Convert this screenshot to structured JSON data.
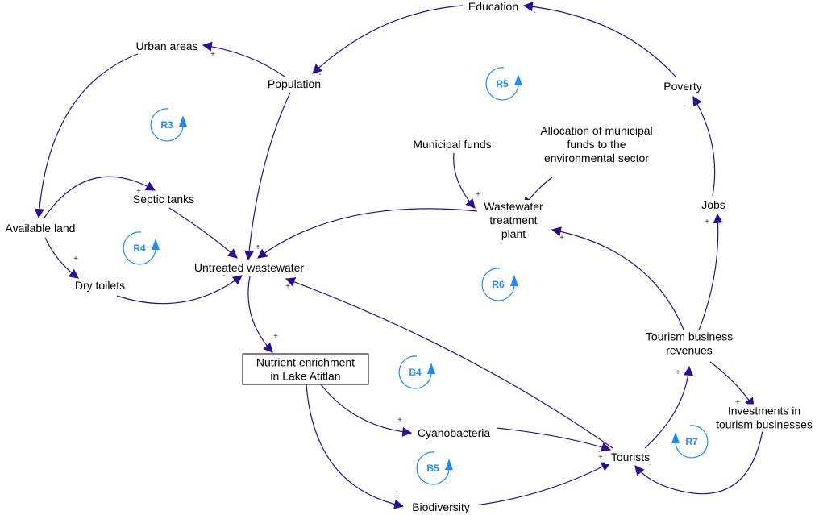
{
  "diagram": {
    "type": "causal-loop-diagram",
    "colors": {
      "link": "#2a0f96",
      "loop_marker": "#1a8cff",
      "text": "#000000"
    },
    "variables": [
      {
        "id": "education",
        "lines": [
          "Education"
        ]
      },
      {
        "id": "urban-areas",
        "lines": [
          "Urban areas"
        ]
      },
      {
        "id": "population",
        "lines": [
          "Population"
        ]
      },
      {
        "id": "poverty",
        "lines": [
          "Poverty"
        ]
      },
      {
        "id": "municipal-funds",
        "lines": [
          "Municipal funds"
        ]
      },
      {
        "id": "allocation",
        "lines": [
          "Allocation of municipal",
          "funds to the",
          "environmental sector"
        ]
      },
      {
        "id": "septic-tanks",
        "lines": [
          "Septic tanks"
        ]
      },
      {
        "id": "available-land",
        "lines": [
          "Available land"
        ]
      },
      {
        "id": "jobs",
        "lines": [
          "Jobs"
        ]
      },
      {
        "id": "wwtp",
        "lines": [
          "Wastewater",
          "treatment",
          "plant"
        ]
      },
      {
        "id": "untreated-wastewater",
        "lines": [
          "Untreated wastewater"
        ]
      },
      {
        "id": "dry-toilets",
        "lines": [
          "Dry toilets"
        ]
      },
      {
        "id": "tourism-revenues",
        "lines": [
          "Tourism business",
          "revenues"
        ]
      },
      {
        "id": "nutrient-enrichment",
        "lines": [
          "Nutrient enrichment",
          "in Lake Atitlan"
        ],
        "boxed": true
      },
      {
        "id": "cyanobacteria",
        "lines": [
          "Cyanobacteria"
        ]
      },
      {
        "id": "investments",
        "lines": [
          "Investments in",
          "tourism businesses"
        ]
      },
      {
        "id": "tourists",
        "lines": [
          "Tourists"
        ]
      },
      {
        "id": "biodiversity",
        "lines": [
          "Biodiversity"
        ]
      }
    ],
    "links": [
      {
        "from": "poverty",
        "to": "education",
        "polarity": "-"
      },
      {
        "from": "education",
        "to": "population",
        "polarity": "-"
      },
      {
        "from": "population",
        "to": "urban-areas",
        "polarity": "+"
      },
      {
        "from": "urban-areas",
        "to": "available-land",
        "polarity": "-"
      },
      {
        "from": "available-land",
        "to": "septic-tanks",
        "polarity": "+"
      },
      {
        "from": "available-land",
        "to": "dry-toilets",
        "polarity": "+"
      },
      {
        "from": "septic-tanks",
        "to": "untreated-wastewater",
        "polarity": "-"
      },
      {
        "from": "dry-toilets",
        "to": "untreated-wastewater",
        "polarity": "-"
      },
      {
        "from": "population",
        "to": "untreated-wastewater",
        "polarity": "+"
      },
      {
        "from": "wwtp",
        "to": "untreated-wastewater",
        "polarity": "-"
      },
      {
        "from": "tourists",
        "to": "untreated-wastewater",
        "polarity": "+"
      },
      {
        "from": "municipal-funds",
        "to": "wwtp",
        "polarity": "+"
      },
      {
        "from": "allocation",
        "to": "wwtp",
        "polarity": "+"
      },
      {
        "from": "tourism-revenues",
        "to": "wwtp",
        "polarity": "+"
      },
      {
        "from": "jobs",
        "to": "poverty",
        "polarity": "-"
      },
      {
        "from": "tourism-revenues",
        "to": "jobs",
        "polarity": "+"
      },
      {
        "from": "tourists",
        "to": "tourism-revenues",
        "polarity": "+"
      },
      {
        "from": "tourism-revenues",
        "to": "investments",
        "polarity": "+"
      },
      {
        "from": "investments",
        "to": "tourists",
        "polarity": "+"
      },
      {
        "from": "untreated-wastewater",
        "to": "nutrient-enrichment",
        "polarity": "+"
      },
      {
        "from": "nutrient-enrichment",
        "to": "cyanobacteria",
        "polarity": "+"
      },
      {
        "from": "nutrient-enrichment",
        "to": "biodiversity",
        "polarity": "-"
      },
      {
        "from": "cyanobacteria",
        "to": "tourists",
        "polarity": "-"
      },
      {
        "from": "biodiversity",
        "to": "tourists",
        "polarity": "+"
      }
    ],
    "loops": [
      {
        "id": "R3",
        "label": "R3",
        "type": "reinforcing",
        "direction": "counterclockwise"
      },
      {
        "id": "R4",
        "label": "R4",
        "type": "reinforcing",
        "direction": "counterclockwise"
      },
      {
        "id": "R5",
        "label": "R5",
        "type": "reinforcing",
        "direction": "counterclockwise"
      },
      {
        "id": "R6",
        "label": "R6",
        "type": "reinforcing",
        "direction": "counterclockwise"
      },
      {
        "id": "R7",
        "label": "R7",
        "type": "reinforcing",
        "direction": "clockwise"
      },
      {
        "id": "B4",
        "label": "B4",
        "type": "balancing",
        "direction": "counterclockwise"
      },
      {
        "id": "B5",
        "label": "B5",
        "type": "balancing",
        "direction": "counterclockwise"
      }
    ]
  }
}
